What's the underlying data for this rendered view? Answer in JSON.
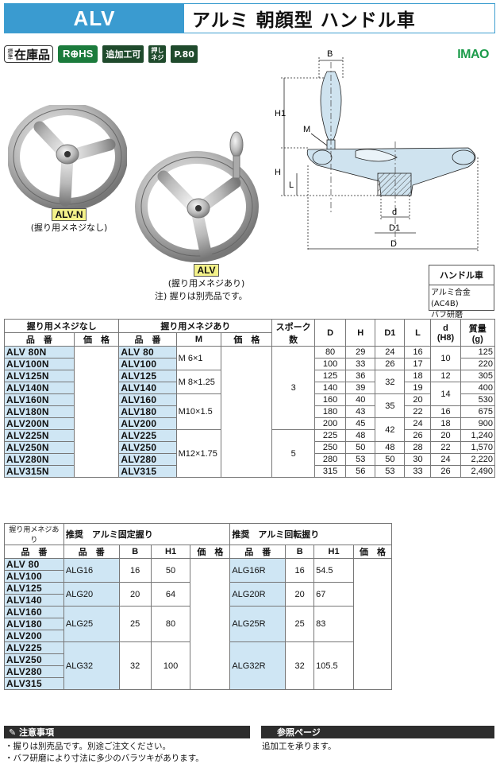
{
  "header": {
    "code": "ALV",
    "name": "アルミ 朝顔型 ハンドル車"
  },
  "badges": {
    "stock_small": "標準",
    "stock": "在庫品",
    "rohs": "R⊕HS",
    "custom": "追加工可",
    "screw": "押しネジ",
    "page": "P.80"
  },
  "brand": "IMAO",
  "products": {
    "alvn": {
      "code": "ALV-N",
      "desc": "(握り用メネジなし)"
    },
    "alv": {
      "code": "ALV",
      "desc": "(握り用メネジあり)",
      "note": "注) 握りは別売品です。"
    }
  },
  "diagram": {
    "labels": {
      "B": "B",
      "H1": "H1",
      "M": "M",
      "H": "H",
      "L": "L",
      "d": "d",
      "D1": "D1",
      "D": "D"
    }
  },
  "spec": {
    "title": "ハンドル車",
    "material": "アルミ合金(AC4B)",
    "finish": "バフ研磨"
  },
  "table1": {
    "headers": {
      "group_a": "握り用メネジなし",
      "group_b": "握り用メネジあり",
      "part": "品　番",
      "price": "価　格",
      "m": "M",
      "spokes": "スポーク数",
      "D": "D",
      "H": "H",
      "D1": "D1",
      "L": "L",
      "d": "d",
      "d2": "(H8)",
      "mass": "質量",
      "mass_unit": "(g)"
    },
    "rows": [
      {
        "n": "ALV  80N",
        "p": "ALV  80",
        "D": "80",
        "H": "29",
        "D1": "24",
        "L": "16",
        "mass": "125"
      },
      {
        "n": "ALV100N",
        "p": "ALV100",
        "D": "100",
        "H": "33",
        "D1": "26",
        "L": "17",
        "mass": "220"
      },
      {
        "n": "ALV125N",
        "p": "ALV125",
        "D": "125",
        "H": "36",
        "D1": "32",
        "L": "18",
        "mass": "305"
      },
      {
        "n": "ALV140N",
        "p": "ALV140",
        "D": "140",
        "H": "39",
        "D1": "",
        "L": "19",
        "mass": "400"
      },
      {
        "n": "ALV160N",
        "p": "ALV160",
        "D": "160",
        "H": "40",
        "D1": "35",
        "L": "20",
        "mass": "530"
      },
      {
        "n": "ALV180N",
        "p": "ALV180",
        "D": "180",
        "H": "43",
        "D1": "",
        "L": "22",
        "mass": "675"
      },
      {
        "n": "ALV200N",
        "p": "ALV200",
        "D": "200",
        "H": "45",
        "D1": "42",
        "L": "24",
        "mass": "900"
      },
      {
        "n": "ALV225N",
        "p": "ALV225",
        "D": "225",
        "H": "48",
        "D1": "",
        "L": "26",
        "mass": "1,240"
      },
      {
        "n": "ALV250N",
        "p": "ALV250",
        "D": "250",
        "H": "50",
        "D1": "48",
        "L": "28",
        "mass": "1,570"
      },
      {
        "n": "ALV280N",
        "p": "ALV280",
        "D": "280",
        "H": "53",
        "D1": "50",
        "L": "30",
        "mass": "2,220"
      },
      {
        "n": "ALV315N",
        "p": "ALV315",
        "D": "315",
        "H": "56",
        "D1": "53",
        "L": "33",
        "mass": "2,490"
      }
    ],
    "m_groups": [
      "M 6×1",
      "M 8×1.25",
      "M10×1.5",
      "M12×1.75"
    ],
    "spokes": [
      "3",
      "5"
    ],
    "d_groups": [
      "10",
      "12",
      "14",
      "16",
      "18",
      "20",
      "22",
      "24",
      "26"
    ]
  },
  "table2": {
    "headers": {
      "col0a": "握り用メネジあり",
      "col0b": "品　番",
      "fixed": "推奨　アルミ固定握り",
      "rotating": "推奨　アルミ回転握り",
      "part": "品　番",
      "B": "B",
      "H1": "H1",
      "price": "価　格"
    },
    "rows": [
      "ALV  80",
      "ALV100",
      "ALV125",
      "ALV140",
      "ALV160",
      "ALV180",
      "ALV200",
      "ALV225",
      "ALV250",
      "ALV280",
      "ALV315"
    ],
    "groups": [
      {
        "fixed": "ALG16",
        "fb": "16",
        "fh": "50",
        "rot": "ALG16R",
        "rb": "16",
        "rh": "54.5"
      },
      {
        "fixed": "ALG20",
        "fb": "20",
        "fh": "64",
        "rot": "ALG20R",
        "rb": "20",
        "rh": "67"
      },
      {
        "fixed": "ALG25",
        "fb": "25",
        "fh": "80",
        "rot": "ALG25R",
        "rb": "25",
        "rh": "83"
      },
      {
        "fixed": "ALG32",
        "fb": "32",
        "fh": "100",
        "rot": "ALG32R",
        "rb": "32",
        "rh": "105.5"
      }
    ]
  },
  "notes": {
    "title": "注意事項",
    "items": [
      "・握りは別売品です。別途ご注文ください。",
      "・バフ研磨により寸法に多少のバラツキがあります。"
    ]
  },
  "ref": {
    "title": "参照ページ",
    "text": "追加工を承ります。"
  }
}
